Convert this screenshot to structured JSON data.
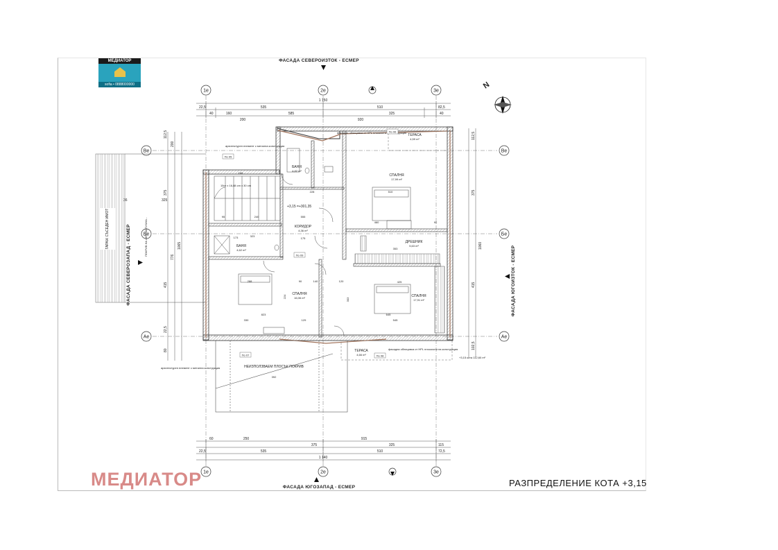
{
  "logo": {
    "top_text": "МЕДИАТОР",
    "bottom_text": "sofia • 0888000000"
  },
  "watermark": "МЕДИАТОР",
  "sheet_title": "РАЗПРЕДЕЛЕНИЕ КОТА +3,15",
  "facades": {
    "north": "ФАСАДА СЕВЕРОИЗТОК - ЕСМЕР",
    "south": "ФАСАДА ЮГОЗАПАД - ЕСМЕР",
    "east": "ФАСАДА ЮГОИЗТОК - ЕСМЕР",
    "west": "ФАСАДА СЕВЕРОЗАПАД - ЕСМЕР"
  },
  "axes": {
    "columns": [
      "1е",
      "2е",
      "3е"
    ],
    "rows": [
      "Ве",
      "Бе",
      "Ае"
    ]
  },
  "north_label": "N",
  "dimensions": {
    "top_outer": [
      "22,5",
      "535",
      "1 150",
      "510",
      "82,5"
    ],
    "top_inner": [
      "40",
      "160",
      "585",
      "325",
      "40",
      "200",
      "920"
    ],
    "bottom_inner": [
      "60",
      "250",
      "375",
      "325",
      "115"
    ],
    "bottom_mid": [
      "22,5",
      "535",
      "510",
      "72,5"
    ],
    "bottom_total": "1 140",
    "bottom_total2": "915",
    "left": [
      "112,5",
      "200",
      "375",
      "1065",
      "36",
      "325",
      "776",
      "22,5",
      "415",
      "80"
    ],
    "right": [
      "112,5",
      "375",
      "1060",
      "415",
      "102,5"
    ]
  },
  "rooms": {
    "bath1": {
      "name": "БАНЯ",
      "area": "4,82 m²"
    },
    "bath2": {
      "name": "БАНЯ",
      "area": "4,62 m²"
    },
    "corridor": {
      "name": "КОРИДОР",
      "area": "4,36 m²"
    },
    "bedroom1": {
      "name": "СПАЛНЯ",
      "area": "17,99 m²"
    },
    "bedroom2": {
      "name": "СПАЛНЯ",
      "area": "16,06 m²"
    },
    "bedroom3": {
      "name": "СПАЛНЯ",
      "area": "17,91 m²"
    },
    "wardrobe": {
      "name": "ДРЕШНИК",
      "area": "5,63 m²"
    },
    "terrace1": {
      "name": "ТЕРАСА",
      "area": "4,59 m²"
    },
    "terrace2": {
      "name": "ТЕРАСА",
      "area": "4,66 m²"
    },
    "roof": {
      "name": "НЕИЗПОЛЗВАЕМ ПЛОСЪК ПОКРИВ",
      "area": "392"
    }
  },
  "notes": {
    "stair_level": "+3,15 =+301,35",
    "stair_spec": "15ст х 16,88 cm х 30 cm",
    "cladding_top": "фасадна облицовка от HPL плоскости на конструкция",
    "cladding_bottom": "фасадна облицовка от HPL плоскости на конструкция",
    "arch_element_top": "архитектурен елемент с метална конструкция",
    "arch_element_bottom": "архитектурен елемент с метална конструкция",
    "roof_left": "ПОКРИВ НА АВТОМАТИЧНА...",
    "neighbour": "ГАРАЖ СЪСЕДЕН ИМОТ",
    "level_right": "+3,15 кота 112,60 m²",
    "tags": [
      "По 05",
      "По 06",
      "По 07",
      "По 08",
      "По 09"
    ]
  },
  "room_dims": {
    "top_rooms": [
      "228",
      "510",
      "165",
      "240",
      "555",
      "95"
    ],
    "mid": [
      "173",
      "323",
      "175",
      "460",
      "90",
      "353",
      "425"
    ],
    "low": [
      "288",
      "90",
      "140",
      "120",
      "330",
      "129",
      "645",
      "545",
      "823",
      "224",
      "303"
    ]
  }
}
